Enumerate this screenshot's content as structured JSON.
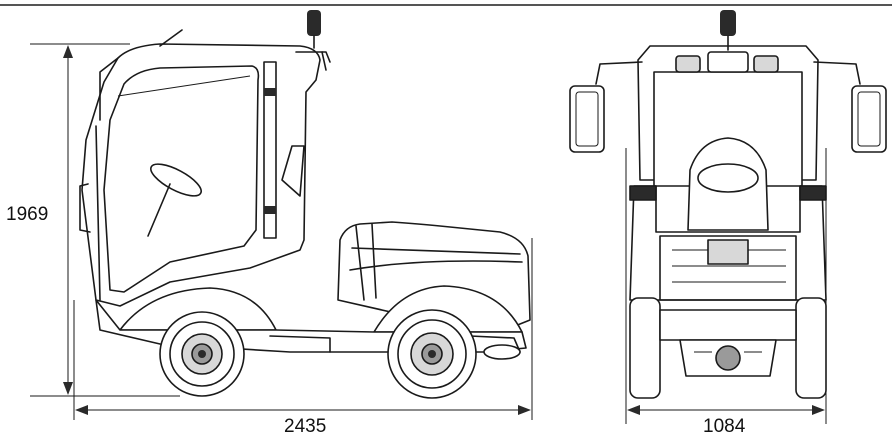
{
  "dimensions": {
    "height_label": "1969",
    "length_label": "2435",
    "width_label": "1084"
  },
  "colors": {
    "line": "#1a1a1a",
    "background": "#ffffff",
    "frame": "#555555"
  }
}
